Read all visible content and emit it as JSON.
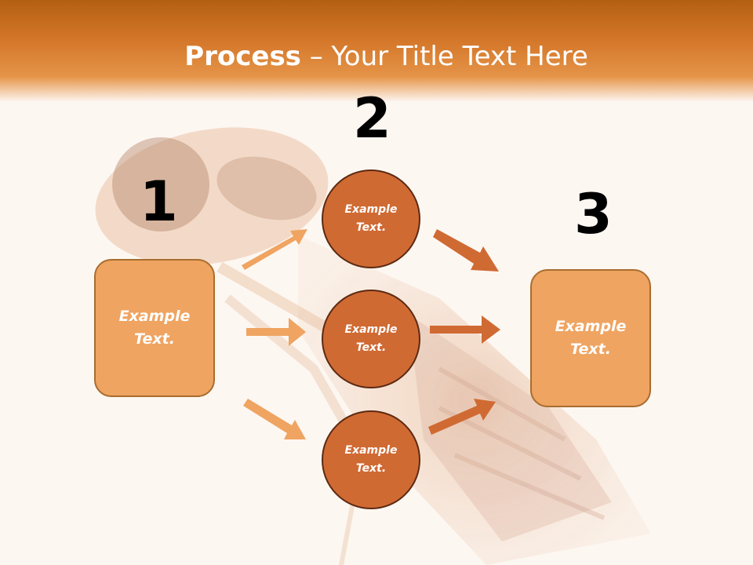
{
  "title": {
    "bold": "Process",
    "rest": " – Your Title Text Here"
  },
  "steps": {
    "num1": "1",
    "num2": "2",
    "num3": "3"
  },
  "box_left": "Example Text.",
  "circles": [
    "Example Text.",
    "Example Text.",
    "Example Text."
  ],
  "box_right": "Example Text.",
  "colors": {
    "header": "#d4772a",
    "box_fill": "#efa461",
    "circle_fill": "#d06a33",
    "arrow_light": "#efa461",
    "arrow_dark": "#d06a33"
  }
}
